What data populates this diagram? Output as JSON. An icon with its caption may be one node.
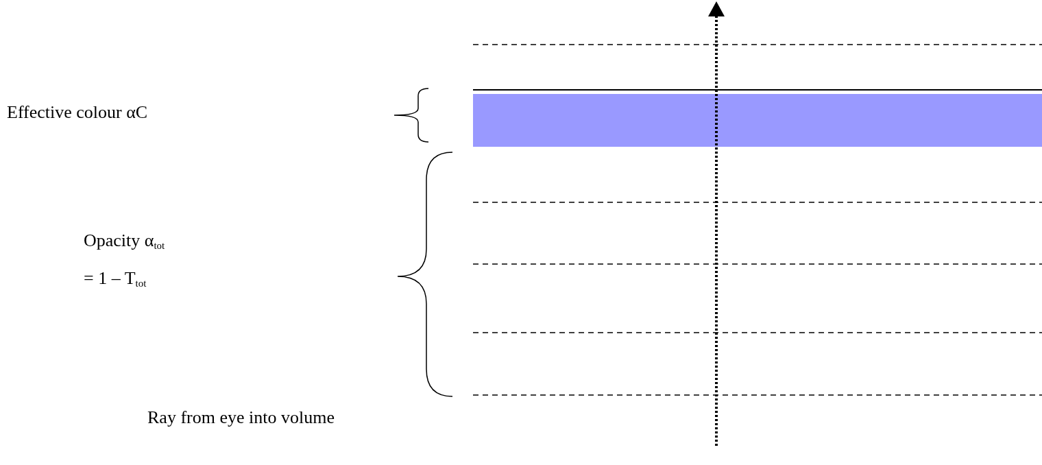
{
  "diagram": {
    "labels": [
      "Effective colour αC",
      "Opacity α$_{tot}$",
      "= 1 – T$_{tot}$",
      "Ray from eye into volume"
    ]
  }
}
